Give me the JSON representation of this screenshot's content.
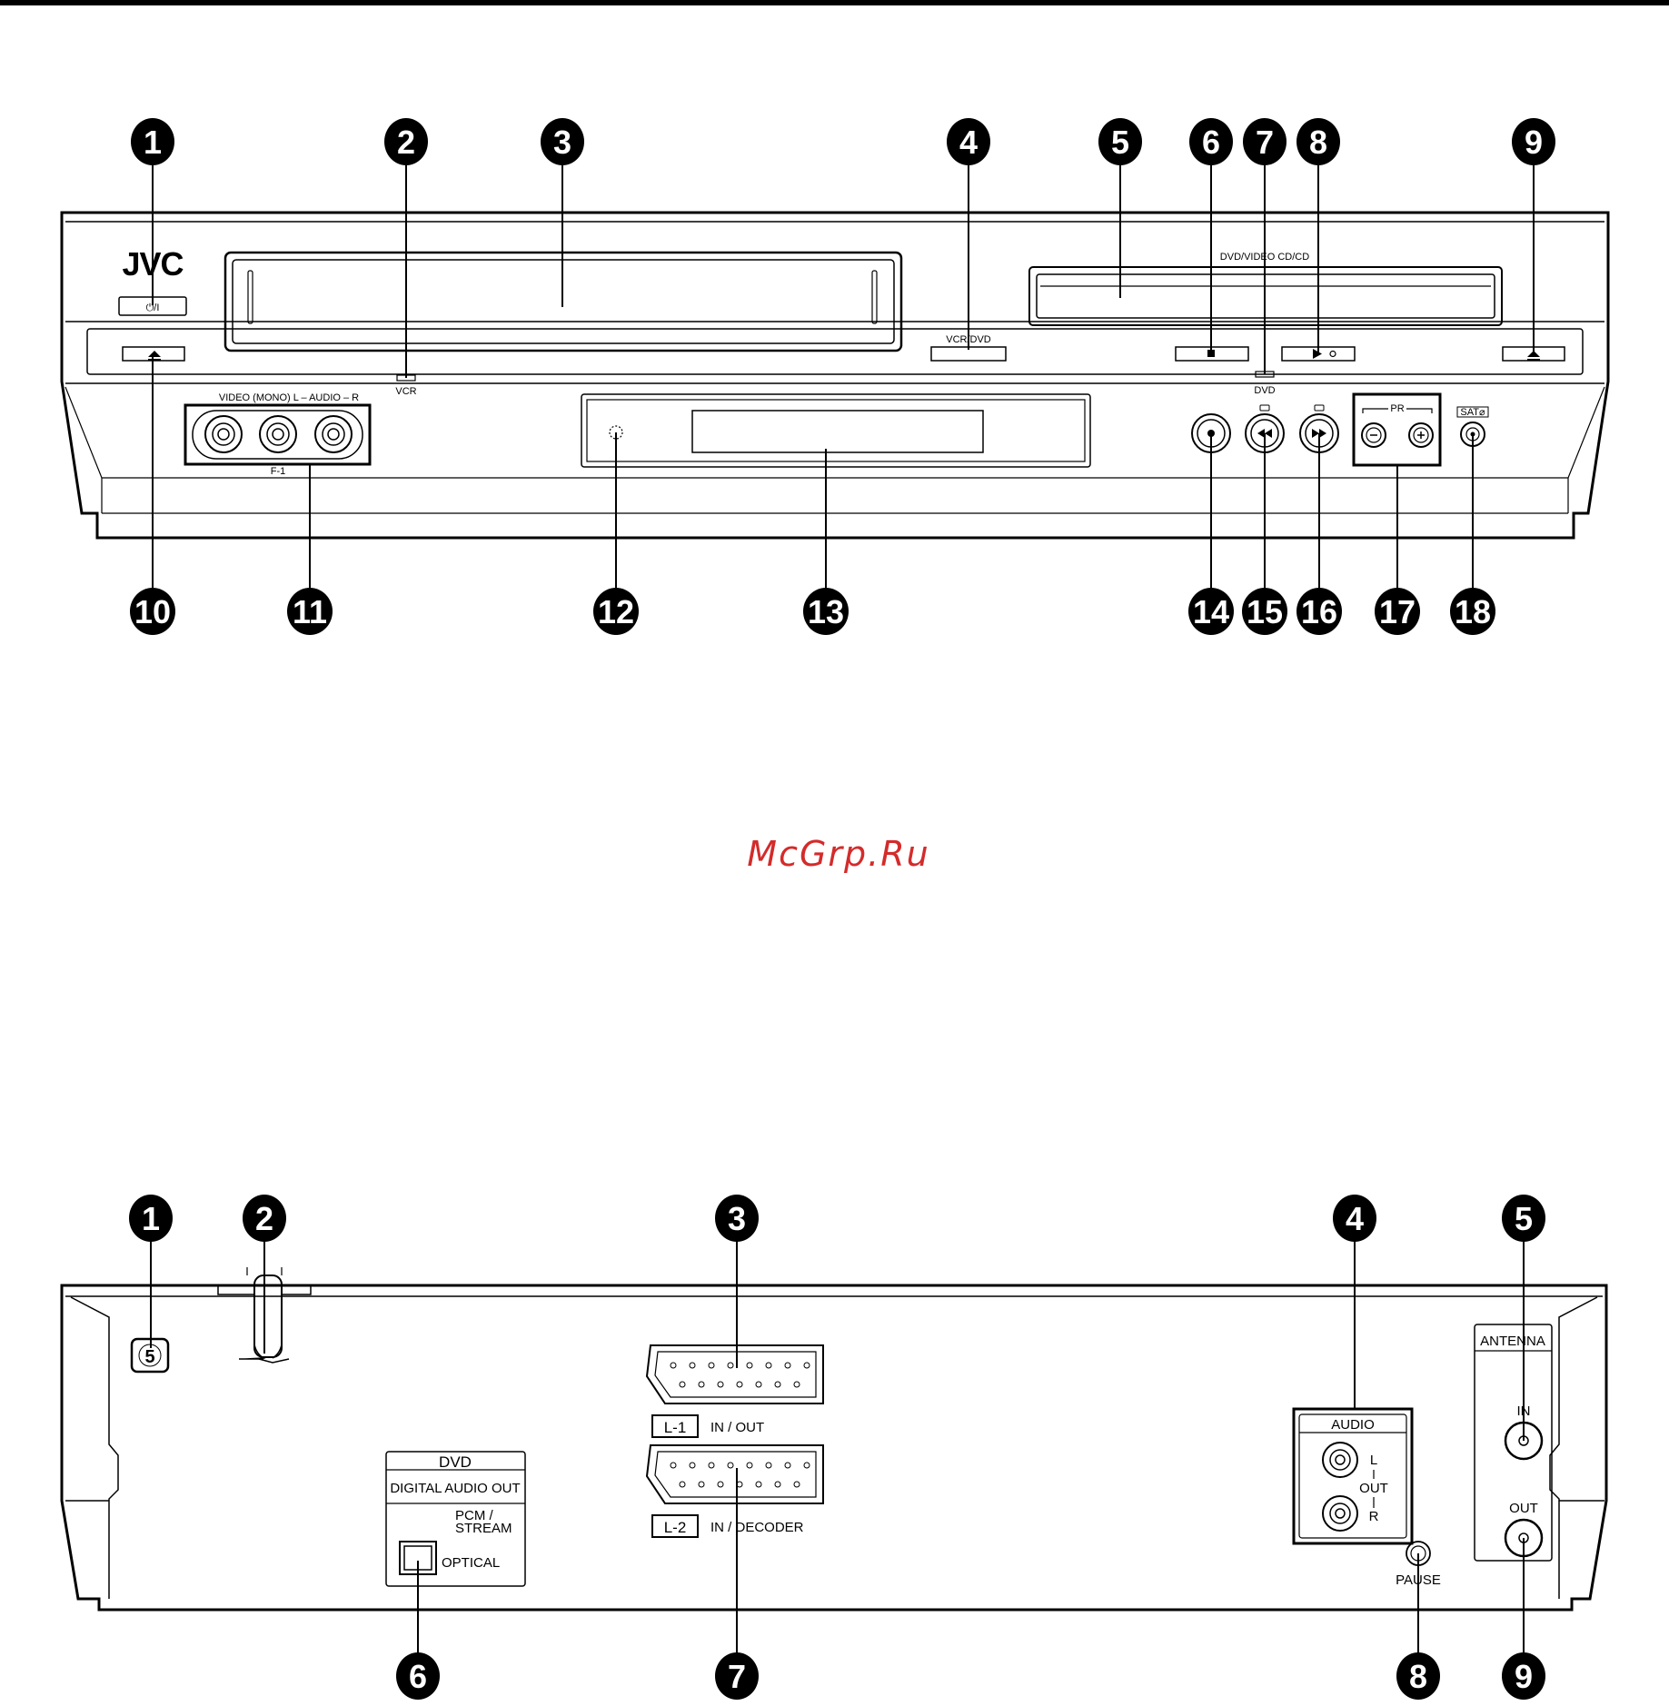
{
  "front_panel": {
    "brand": "JVC",
    "power_label": "⏻/I",
    "vcr_indicator": "VCR",
    "vcr_dvd_button": "VCR/DVD",
    "dvd_indicator": "DVD",
    "dvd_tray_label": "DVD/VIDEO CD/CD",
    "front_inputs_label": "VIDEO (MONO)  L – AUDIO – R",
    "front_input_name": "F-1",
    "pr_label": "PR",
    "sat_label": "SAT⌀",
    "callouts": [
      "1",
      "2",
      "3",
      "4",
      "5",
      "6",
      "7",
      "8",
      "9",
      "10",
      "11",
      "12",
      "13",
      "14",
      "15",
      "16",
      "17",
      "18"
    ]
  },
  "watermark": "McGrp.Ru",
  "rear_panel": {
    "region_code": "5",
    "scart1_name": "L-1",
    "scart1_function": "IN / OUT",
    "scart2_name": "L-2",
    "scart2_function": "IN / DECODER",
    "dvd_title": "DVD",
    "digital_audio_out": "DIGITAL AUDIO OUT",
    "pcm_stream_1": "PCM /",
    "pcm_stream_2": "STREAM",
    "optical": "OPTICAL",
    "audio_title": "AUDIO",
    "audio_l": "L",
    "audio_out": "OUT",
    "audio_r": "R",
    "pause": "PAUSE",
    "antenna": "ANTENNA",
    "antenna_in": "IN",
    "antenna_out": "OUT",
    "callouts": [
      "1",
      "2",
      "3",
      "4",
      "5",
      "6",
      "7",
      "8",
      "9"
    ]
  }
}
